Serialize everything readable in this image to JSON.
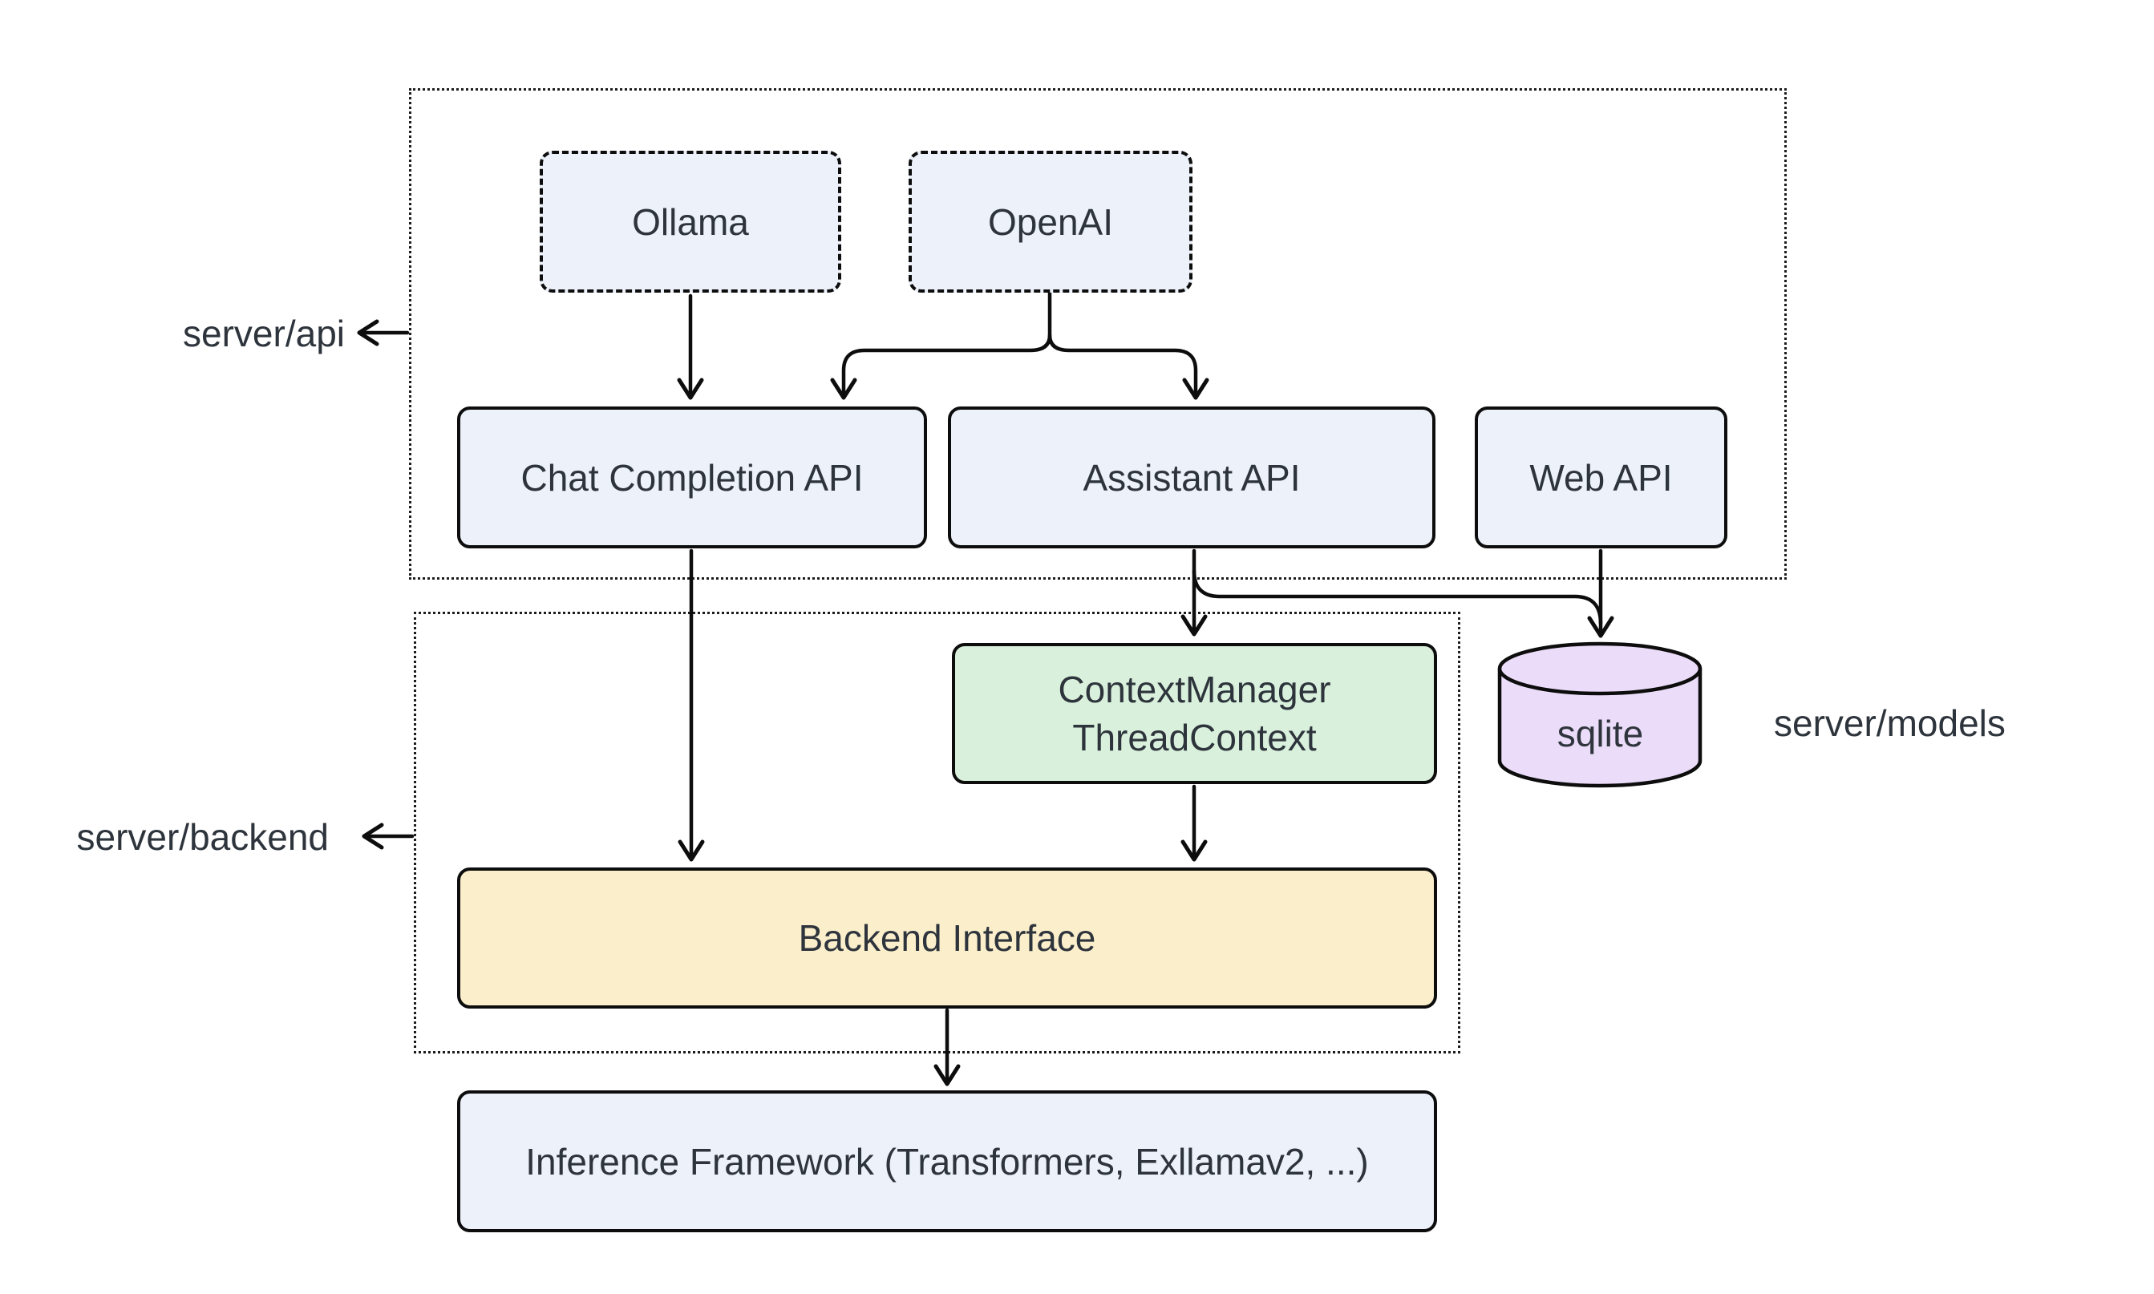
{
  "diagram": {
    "groups": {
      "api": {
        "label": "server/api"
      },
      "backend": {
        "label": "server/backend"
      },
      "models": {
        "label": "server/models"
      }
    },
    "nodes": {
      "ollama": {
        "label": "Ollama",
        "fill": "#ecf1fa",
        "border_style": "dashed"
      },
      "openai": {
        "label": "OpenAI",
        "fill": "#ecf1fa",
        "border_style": "dashed"
      },
      "chat_api": {
        "label": "Chat Completion API",
        "fill": "#ecf1fa"
      },
      "assistant_api": {
        "label": "Assistant API",
        "fill": "#ecf1fa"
      },
      "web_api": {
        "label": "Web API",
        "fill": "#ecf1fa"
      },
      "context_manager": {
        "label_line1": "ContextManager",
        "label_line2": "ThreadContext",
        "fill": "#d9f1dc"
      },
      "sqlite": {
        "label": "sqlite",
        "fill": "#ebdcf9"
      },
      "backend_interface": {
        "label": "Backend Interface",
        "fill": "#fbeecb"
      },
      "inference": {
        "label": "Inference Framework (Transformers, Exllamav2, ...)",
        "fill": "#ecf1fa"
      }
    },
    "edges": [
      {
        "from": "ollama",
        "to": "chat_api"
      },
      {
        "from": "openai",
        "to": "chat_api"
      },
      {
        "from": "openai",
        "to": "assistant_api"
      },
      {
        "from": "chat_api",
        "to": "backend_interface"
      },
      {
        "from": "assistant_api",
        "to": "context_manager"
      },
      {
        "from": "assistant_api",
        "to": "sqlite"
      },
      {
        "from": "web_api",
        "to": "sqlite"
      },
      {
        "from": "context_manager",
        "to": "backend_interface"
      },
      {
        "from": "backend_interface",
        "to": "inference"
      },
      {
        "from": "group_api_border",
        "to": "label_server_api"
      },
      {
        "from": "group_backend_border",
        "to": "label_server_backend"
      }
    ],
    "palette": {
      "node_blue": "#ecf1fa",
      "node_green": "#d9f1dc",
      "node_yellow": "#fbeecb",
      "node_purple": "#ebdcf9",
      "line": "#0d0d0d",
      "text": "#2e343c"
    }
  }
}
